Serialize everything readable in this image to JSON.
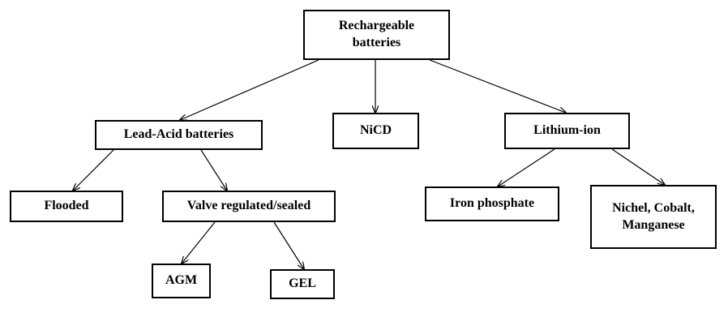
{
  "diagram": {
    "nodes": {
      "root": "Rechargeable\nbatteries",
      "lead_acid": "Lead-Acid batteries",
      "nicd": "NiCD",
      "lithium_ion": "Lithium-ion",
      "flooded": "Flooded",
      "valve_regulated": "Valve regulated/sealed",
      "iron_phosphate": "Iron phosphate",
      "nmc": "Nichel, Cobalt,\nManganese",
      "agm": "AGM",
      "gel": "GEL"
    },
    "edges": [
      {
        "from": "root",
        "to": "lead_acid"
      },
      {
        "from": "root",
        "to": "nicd"
      },
      {
        "from": "root",
        "to": "lithium_ion"
      },
      {
        "from": "lead_acid",
        "to": "flooded"
      },
      {
        "from": "lead_acid",
        "to": "valve_regulated"
      },
      {
        "from": "lithium_ion",
        "to": "iron_phosphate"
      },
      {
        "from": "lithium_ion",
        "to": "nmc"
      },
      {
        "from": "valve_regulated",
        "to": "agm"
      },
      {
        "from": "valve_regulated",
        "to": "gel"
      }
    ],
    "line_color": "#000000",
    "border_color": "#000000"
  }
}
